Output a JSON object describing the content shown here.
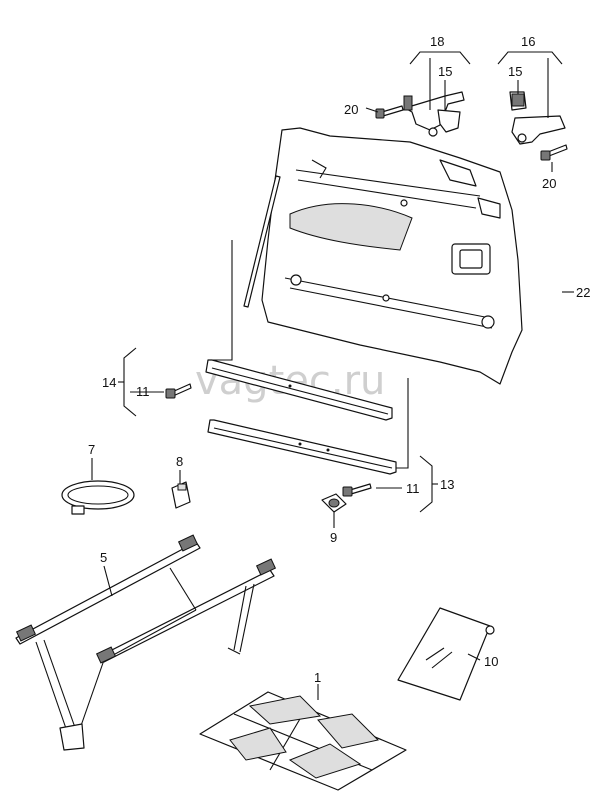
{
  "watermark": "vagtec.ru",
  "callouts": {
    "c1": "1",
    "c5": "5",
    "c7": "7",
    "c8": "8",
    "c9": "9",
    "c10": "10",
    "c11a": "11",
    "c11b": "11",
    "c13": "13",
    "c14": "14",
    "c15a": "15",
    "c15b": "15",
    "c16": "16",
    "c18": "18",
    "c20a": "20",
    "c20b": "20",
    "c22": "22"
  }
}
